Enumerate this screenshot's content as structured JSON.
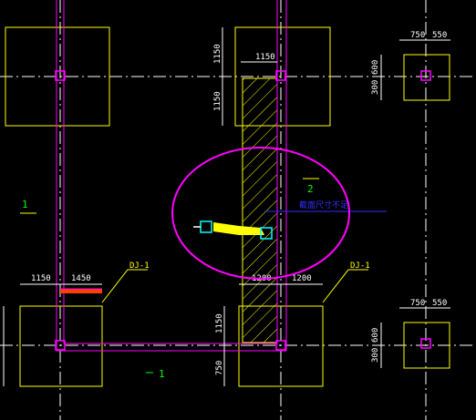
{
  "colors": {
    "background": "#000000",
    "footing": "#ffff00",
    "beam": "#ff00ff",
    "axis": "#ffffff",
    "dimension": "#ffffff",
    "highlight": "#ff00ff",
    "annotation_green": "#00ff00",
    "annotation_blue": "#3030ff",
    "cursor": "#00ffff"
  },
  "labels": {
    "dj1_left": "DJ-1",
    "dj1_right": "DJ-1",
    "num_one": "1",
    "num_two": "2",
    "num_one_bottom": "1",
    "blue_text": "截面尺寸不足"
  },
  "dims": {
    "d1150_top": "1150",
    "d1150_left_v": "1150",
    "d1150_mid_v": "1150",
    "d750_top_r": "750",
    "d550_top_r": "550",
    "d600_r_v": "600",
    "d300_r_v": "300",
    "d1150_bl": "1150",
    "d1450_bl": "1450",
    "d1200_bm": "1200",
    "d1200_bm2": "1200",
    "d1150_bm_v": "1150",
    "d750_bm_v": "750",
    "d750_br": "750",
    "d550_br": "550",
    "d600_br_v": "600",
    "d300_br_v": "300"
  }
}
